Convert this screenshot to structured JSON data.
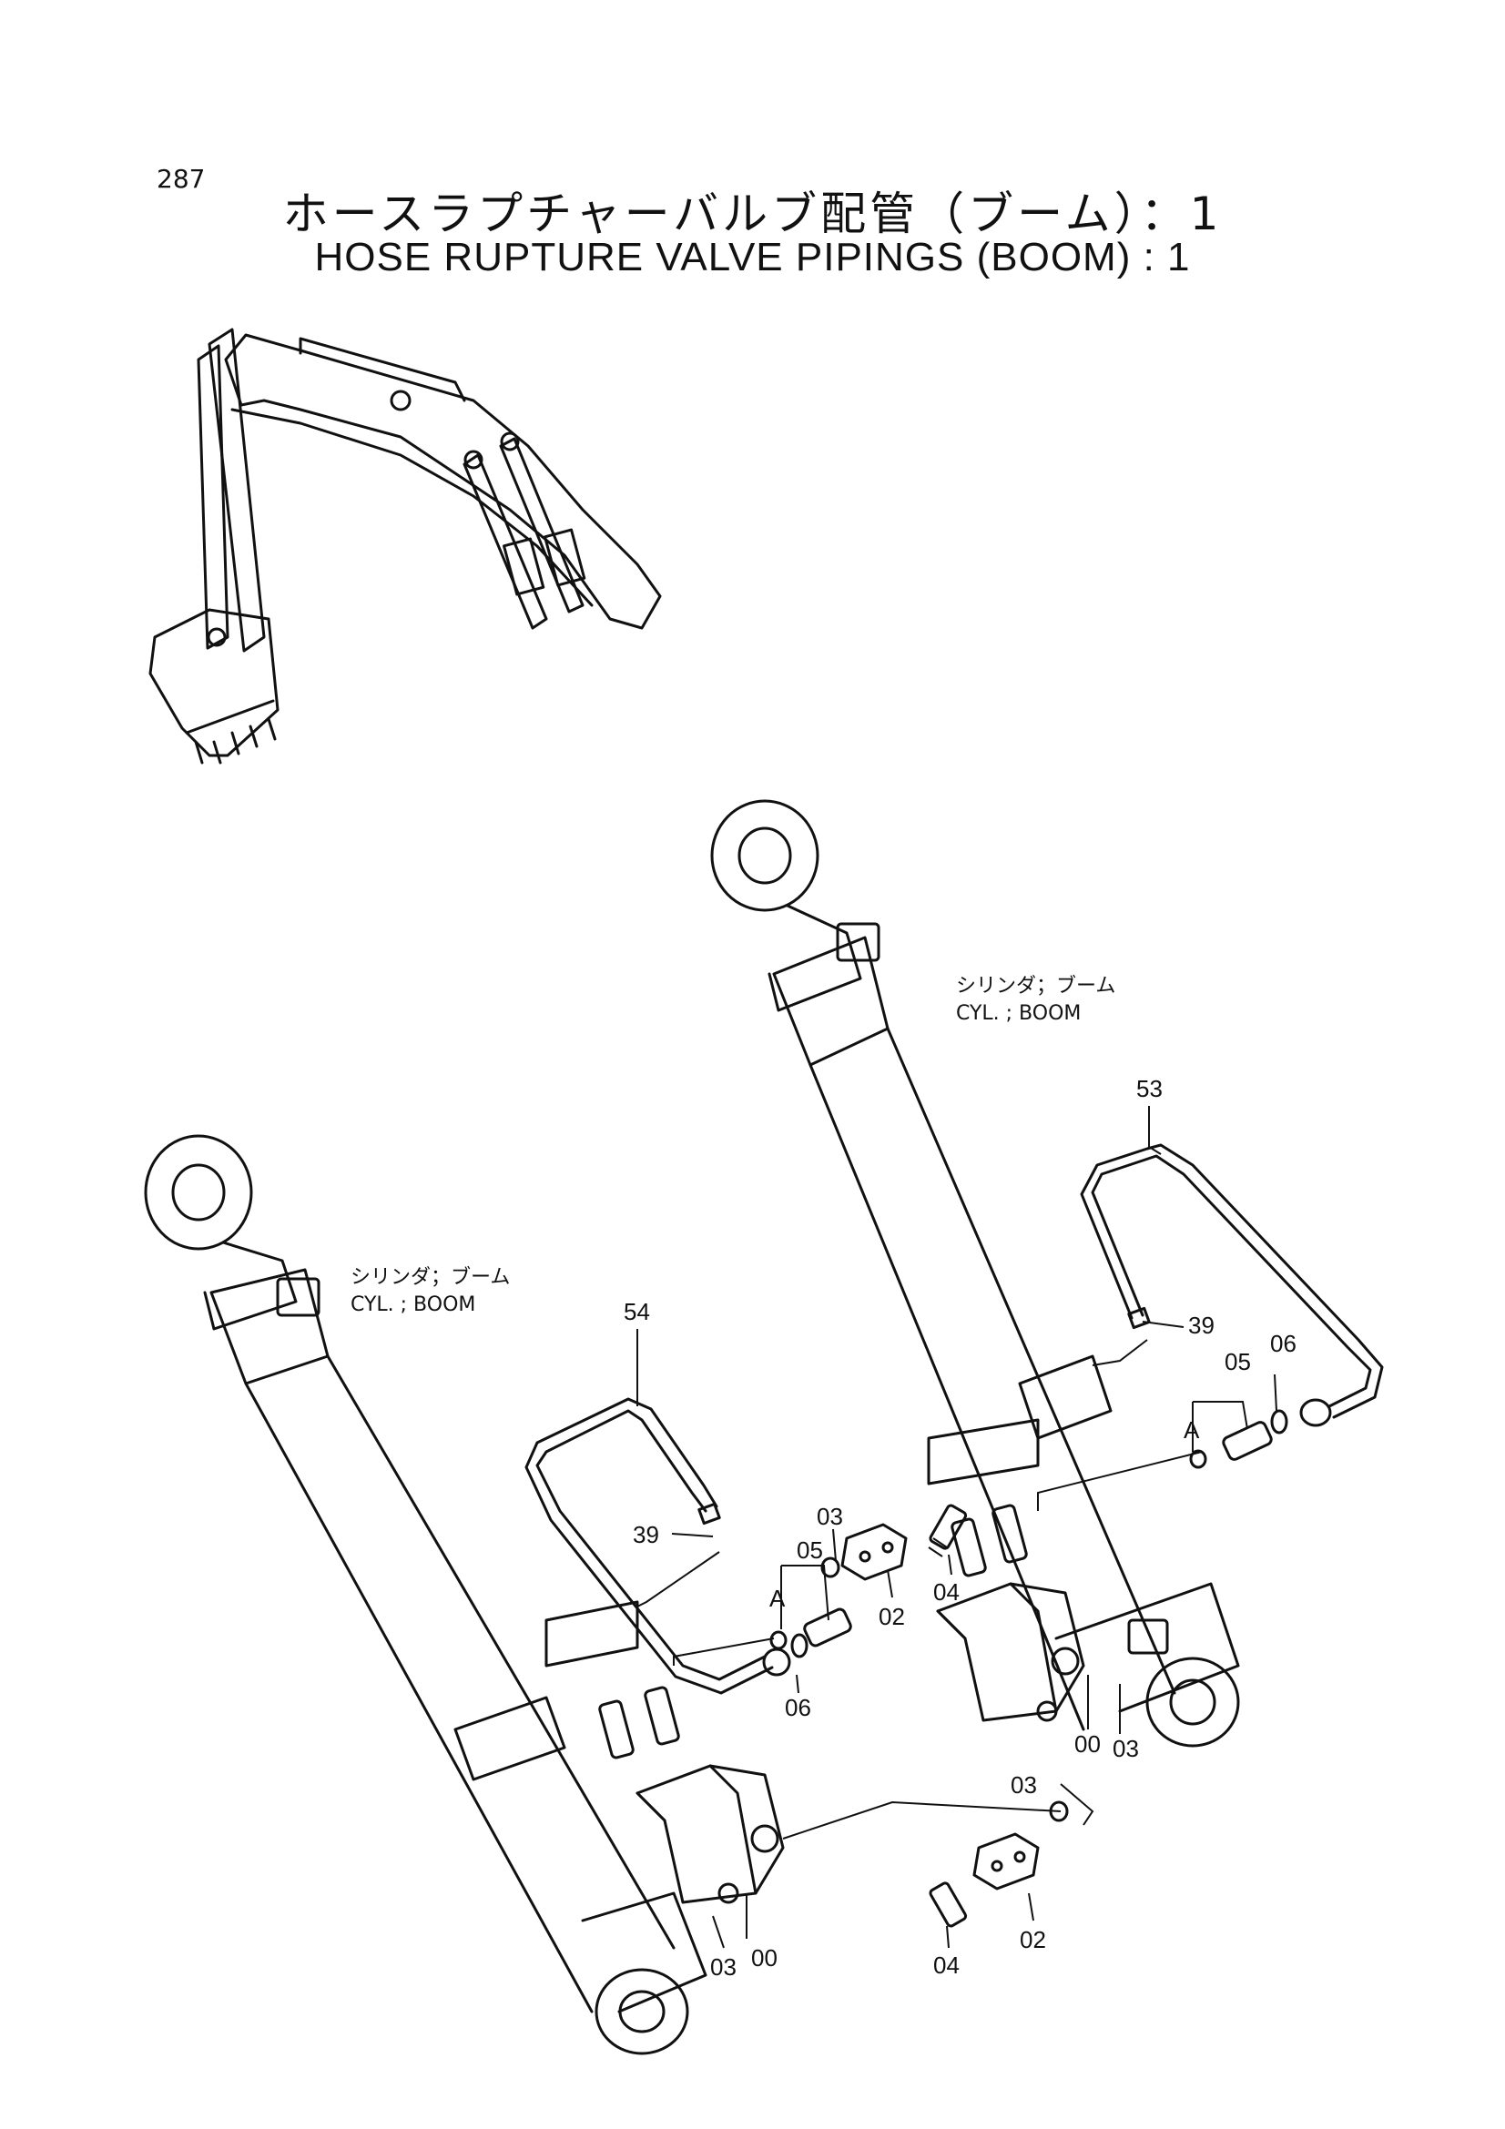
{
  "page_number": "287",
  "title_jp": "ホースラプチャーバルブ配管（ブーム）：1",
  "title_en": "HOSE RUPTURE VALVE PIPINGS (BOOM) : 1",
  "cylinder_labels": [
    {
      "jp": "シリンダ；ブーム",
      "en": "CYL. ; BOOM"
    },
    {
      "jp": "シリンダ；ブーム",
      "en": "CYL. ; BOOM"
    }
  ],
  "callouts": {
    "left_pipe": "54",
    "right_pipe": "53",
    "left_oring_39": "39",
    "right_oring_39": "39",
    "left_05": "05",
    "right_05": "05",
    "left_A": "A",
    "right_A": "A",
    "left_06": "06",
    "right_06": "06",
    "left_00": "00",
    "right_00": "00",
    "left_03_bottom": "03",
    "right_03_side": "03",
    "mid_03_upper": "03",
    "mid_03_lower": "03",
    "mid_04_upper": "04",
    "mid_04_lower": "04",
    "mid_02_upper": "02",
    "mid_02_lower": "02"
  }
}
